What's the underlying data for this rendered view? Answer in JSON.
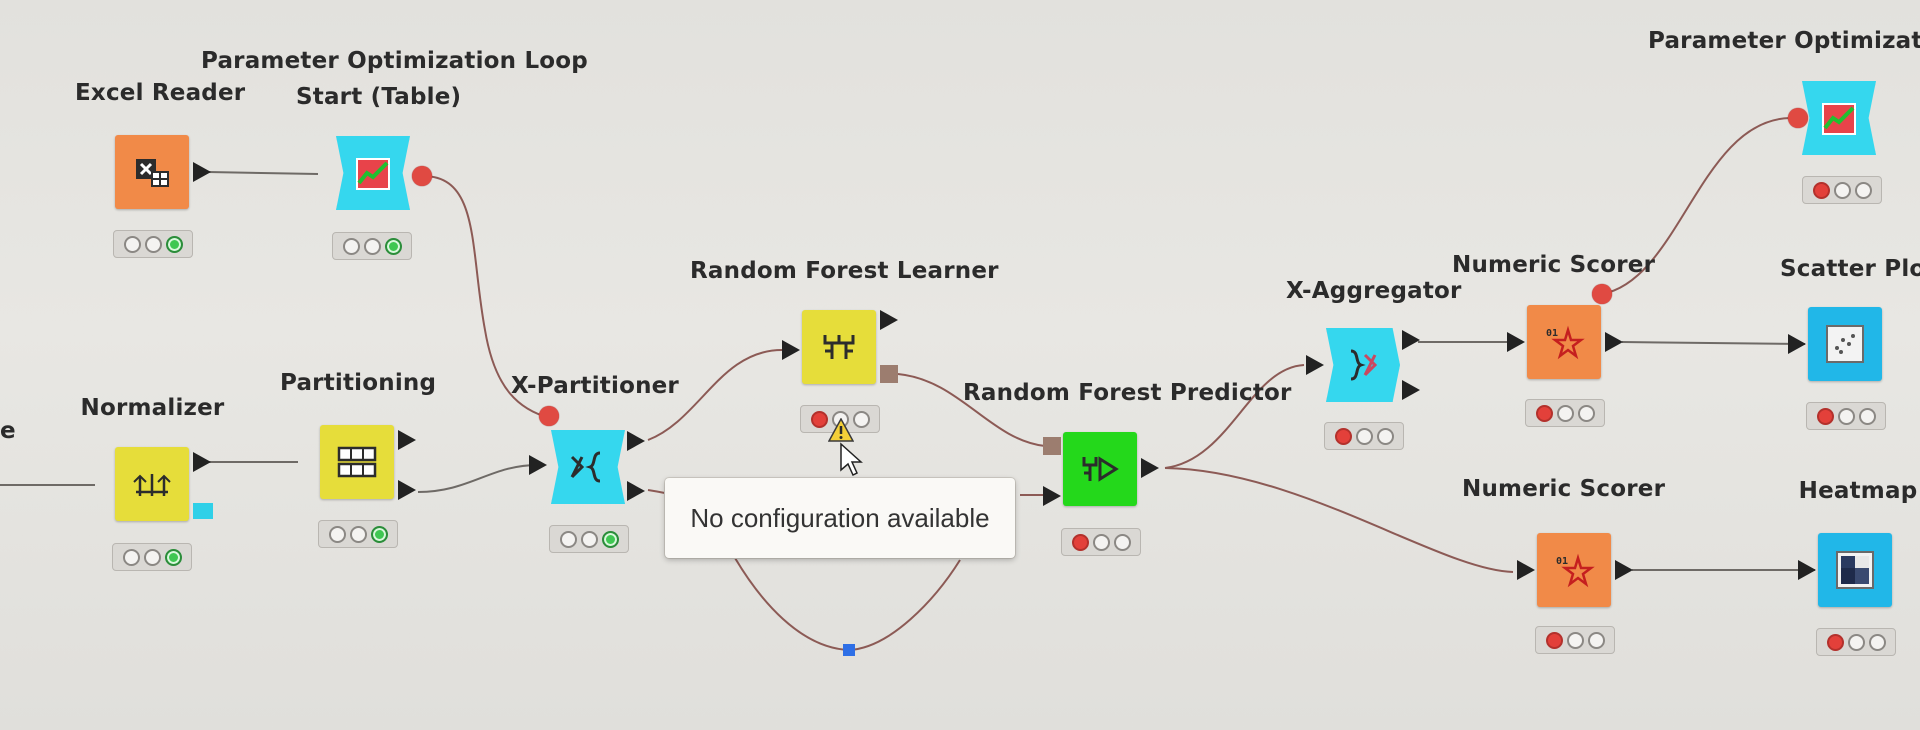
{
  "workflow": {
    "edge_text": "e",
    "tooltip": "No configuration available",
    "nodes": {
      "excel_reader": {
        "label": "Excel Reader",
        "color": "#f18a48",
        "icon": "excel-reader-icon"
      },
      "param_loop_start": {
        "label_line1": "Parameter Optimization Loop",
        "label_line2": "Start (Table)",
        "color": "#35d7ee",
        "icon": "loop-start-icon"
      },
      "normalizer": {
        "label": "Normalizer",
        "color": "#e6dd3a",
        "icon": "normalizer-icon"
      },
      "partitioning": {
        "label": "Partitioning",
        "color": "#e6dd3a",
        "icon": "partitioning-icon"
      },
      "x_partitioner": {
        "label": "X-Partitioner",
        "color": "#35d7ee",
        "icon": "x-partitioner-icon"
      },
      "rf_learner": {
        "label": "Random Forest Learner",
        "color": "#e6dd3a",
        "icon": "rf-learner-icon"
      },
      "rf_predictor": {
        "label": "Random Forest Predictor",
        "color": "#24d81b",
        "icon": "rf-predictor-icon"
      },
      "x_aggregator": {
        "label": "X-Aggregator",
        "color": "#35d7ee",
        "icon": "x-aggregator-icon"
      },
      "numeric_scorer_1": {
        "label": "Numeric Scorer",
        "color": "#f18a48",
        "icon": "numeric-scorer-icon"
      },
      "numeric_scorer_2": {
        "label": "Numeric Scorer",
        "color": "#f18a48",
        "icon": "numeric-scorer-icon"
      },
      "param_opt_end": {
        "label": "Parameter Optimization",
        "color": "#35d7ee",
        "icon": "loop-end-icon"
      },
      "scatter_plot": {
        "label": "Scatter Plot",
        "color": "#21b7e8",
        "icon": "scatter-plot-icon"
      },
      "heatmap": {
        "label": "Heatmap",
        "color": "#21b7e8",
        "icon": "heatmap-icon"
      }
    }
  }
}
